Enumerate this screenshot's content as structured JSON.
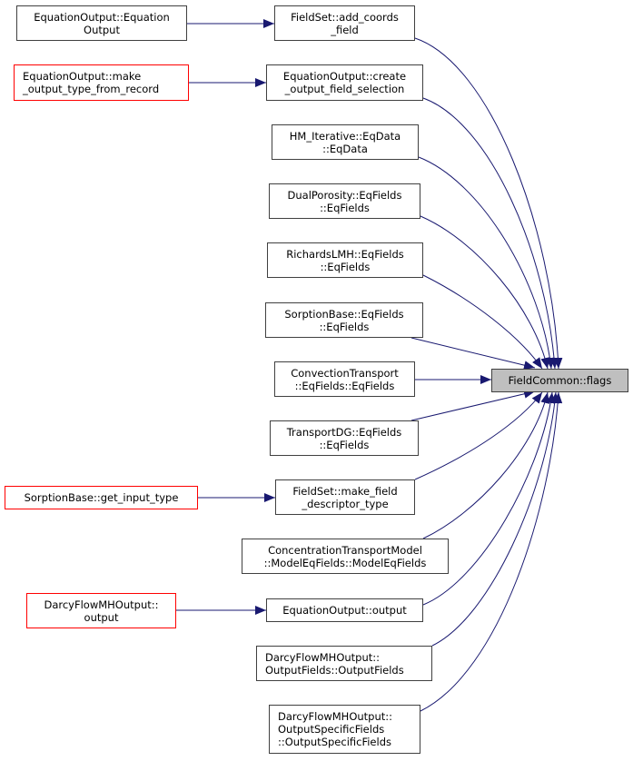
{
  "colors": {
    "edge": "#191970",
    "node_border": "#404040",
    "external_border": "#ff0000",
    "target_fill": "#bfbfbf"
  },
  "target": {
    "label": "FieldCommon::flags"
  },
  "callers": [
    {
      "lines": [
        "FieldSet::add_coords",
        "_field"
      ]
    },
    {
      "lines": [
        "EquationOutput::create",
        "_output_field_selection"
      ]
    },
    {
      "lines": [
        "HM_Iterative::EqData",
        "::EqData"
      ]
    },
    {
      "lines": [
        "DualPorosity::EqFields",
        "::EqFields"
      ]
    },
    {
      "lines": [
        "RichardsLMH::EqFields",
        "::EqFields"
      ]
    },
    {
      "lines": [
        "SorptionBase::EqFields",
        "::EqFields"
      ]
    },
    {
      "lines": [
        "ConvectionTransport",
        "::EqFields::EqFields"
      ]
    },
    {
      "lines": [
        "TransportDG::EqFields",
        "::EqFields"
      ]
    },
    {
      "lines": [
        "FieldSet::make_field",
        "_descriptor_type"
      ]
    },
    {
      "lines": [
        "ConcentrationTransportModel",
        "::ModelEqFields::ModelEqFields"
      ]
    },
    {
      "lines": [
        "EquationOutput::output"
      ]
    },
    {
      "lines": [
        "DarcyFlowMHOutput::",
        "OutputFields::OutputFields"
      ]
    },
    {
      "lines": [
        "DarcyFlowMHOutput::",
        "OutputSpecificFields",
        "::OutputSpecificFields"
      ]
    }
  ],
  "second_level": [
    {
      "lines": [
        "EquationOutput::Equation",
        "Output"
      ]
    },
    {
      "lines": [
        "EquationOutput::make",
        "_output_type_from_record"
      ]
    },
    {
      "lines": [
        "SorptionBase::get_input_type"
      ]
    },
    {
      "lines": [
        "DarcyFlowMHOutput::",
        "output"
      ]
    }
  ]
}
